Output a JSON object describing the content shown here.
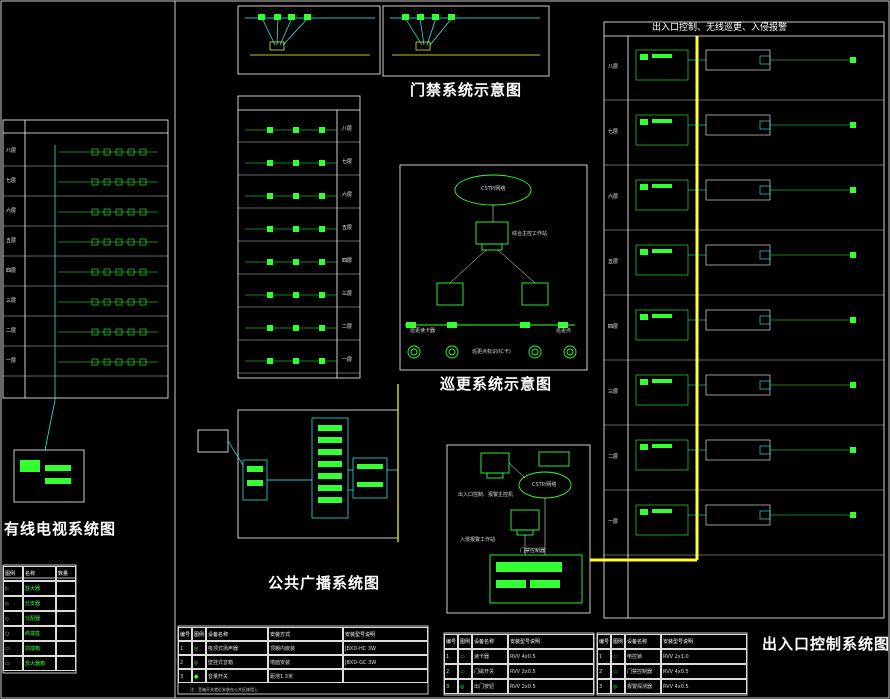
{
  "titles": {
    "catv": "有线电视系统图",
    "access": "门禁系统示意图",
    "patrol": "巡更系统示意图",
    "broadcast": "公共广播系统图",
    "entry": "出入口控制系统图",
    "entry_header": "出入口控制、无线巡更、入侵报警"
  },
  "floors": [
    "一层",
    "二层",
    "三层",
    "四层",
    "五层",
    "六层",
    "七层",
    "八层"
  ],
  "floors_top_down": [
    "八层",
    "七层",
    "六层",
    "五层",
    "四层",
    "三层",
    "二层",
    "一层"
  ],
  "patrol": {
    "network": "CSTP/网络",
    "pc": "综合主控工作站",
    "reader": "巡更读卡器",
    "station": "巡更点",
    "legend": "巡更点标识(IC卡)"
  },
  "entry": {
    "network": "CSTP/网络",
    "pc1": "出入口控制、报警主控机",
    "pc2": "入侵报警工作站",
    "controller": "门禁控制器"
  },
  "tables": {
    "broadcast": {
      "headers": [
        "编号",
        "图例",
        "设备名称",
        "安装方式",
        "安装型号说明"
      ],
      "rows": [
        [
          "1",
          "◎",
          "吸顶式扬声器",
          "顶棚内嵌装",
          "JBXD-HC 3W"
        ],
        [
          "2",
          "◎",
          "壁挂式音箱",
          "墙面安装",
          "JBXD-GC 3W"
        ],
        [
          "3",
          "●",
          "音量开关",
          "距地1.3米",
          ""
        ]
      ]
    },
    "entry_left": {
      "headers": [
        "编号",
        "图例",
        "设备名称",
        "安装型号说明"
      ],
      "rows": [
        [
          "1",
          "▭",
          "读卡器",
          "RVV 4x0.5"
        ],
        [
          "2",
          "▭",
          "门磁开关",
          "RVV 2x0.5"
        ],
        [
          "3",
          "◎",
          "出门按钮",
          "RVV 2x0.5"
        ]
      ]
    },
    "entry_right": {
      "headers": [
        "编号",
        "图例",
        "设备名称",
        "安装型号说明"
      ],
      "rows": [
        [
          "1",
          "▭",
          "电控锁",
          "RVV 2x1.0"
        ],
        [
          "2",
          "▭",
          "门禁控制器",
          "RVV 4x0.5"
        ],
        [
          "3",
          "◎",
          "报警探测器",
          "RVV 4x0.5"
        ]
      ]
    },
    "catv_legend": {
      "headers": [
        "图例",
        "名称",
        "数量"
      ],
      "rows": [
        [
          "▷",
          "放大器",
          ""
        ],
        [
          "◇",
          "分支器",
          ""
        ],
        [
          "◇",
          "分配器",
          ""
        ],
        [
          "○",
          "终端盒",
          ""
        ],
        [
          "▭",
          "前端箱",
          ""
        ],
        [
          "▭",
          "放大器箱",
          ""
        ]
      ]
    }
  },
  "notes": {
    "broadcast_note": "注：音箱开关就近安装在公共区域墙上"
  }
}
